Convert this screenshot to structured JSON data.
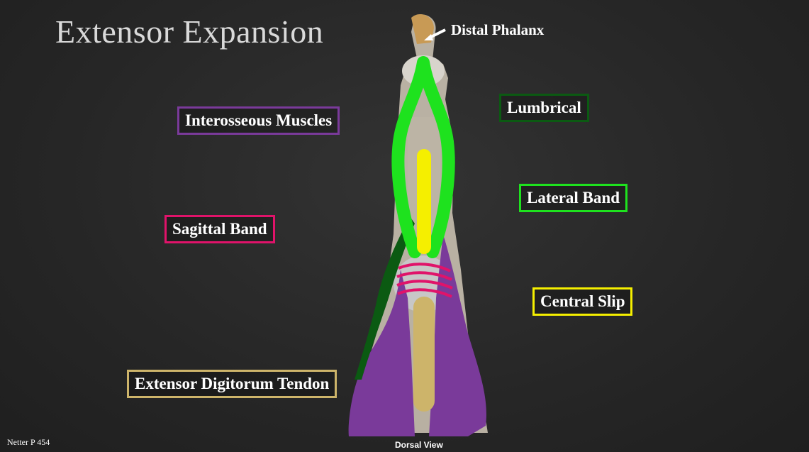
{
  "title": "Extensor Expansion",
  "labels": {
    "distal_phalanx": "Distal Phalanx",
    "interosseous": "Interosseous Muscles",
    "lumbrical": "Lumbrical",
    "lateral_band": "Lateral Band",
    "sagittal_band": "Sagittal Band",
    "central_slip": "Central Slip",
    "extensor_tendon": "Extensor Digitorum Tendon"
  },
  "source": "Netter P 454",
  "view": "Dorsal View",
  "colors": {
    "interosseous": "#7a3a9a",
    "lumbrical": "#0b5a12",
    "lateral_band": "#1ee21e",
    "sagittal_band": "#e0136a",
    "central_slip": "#f5ef00",
    "extensor_tendon": "#cdb46a"
  }
}
